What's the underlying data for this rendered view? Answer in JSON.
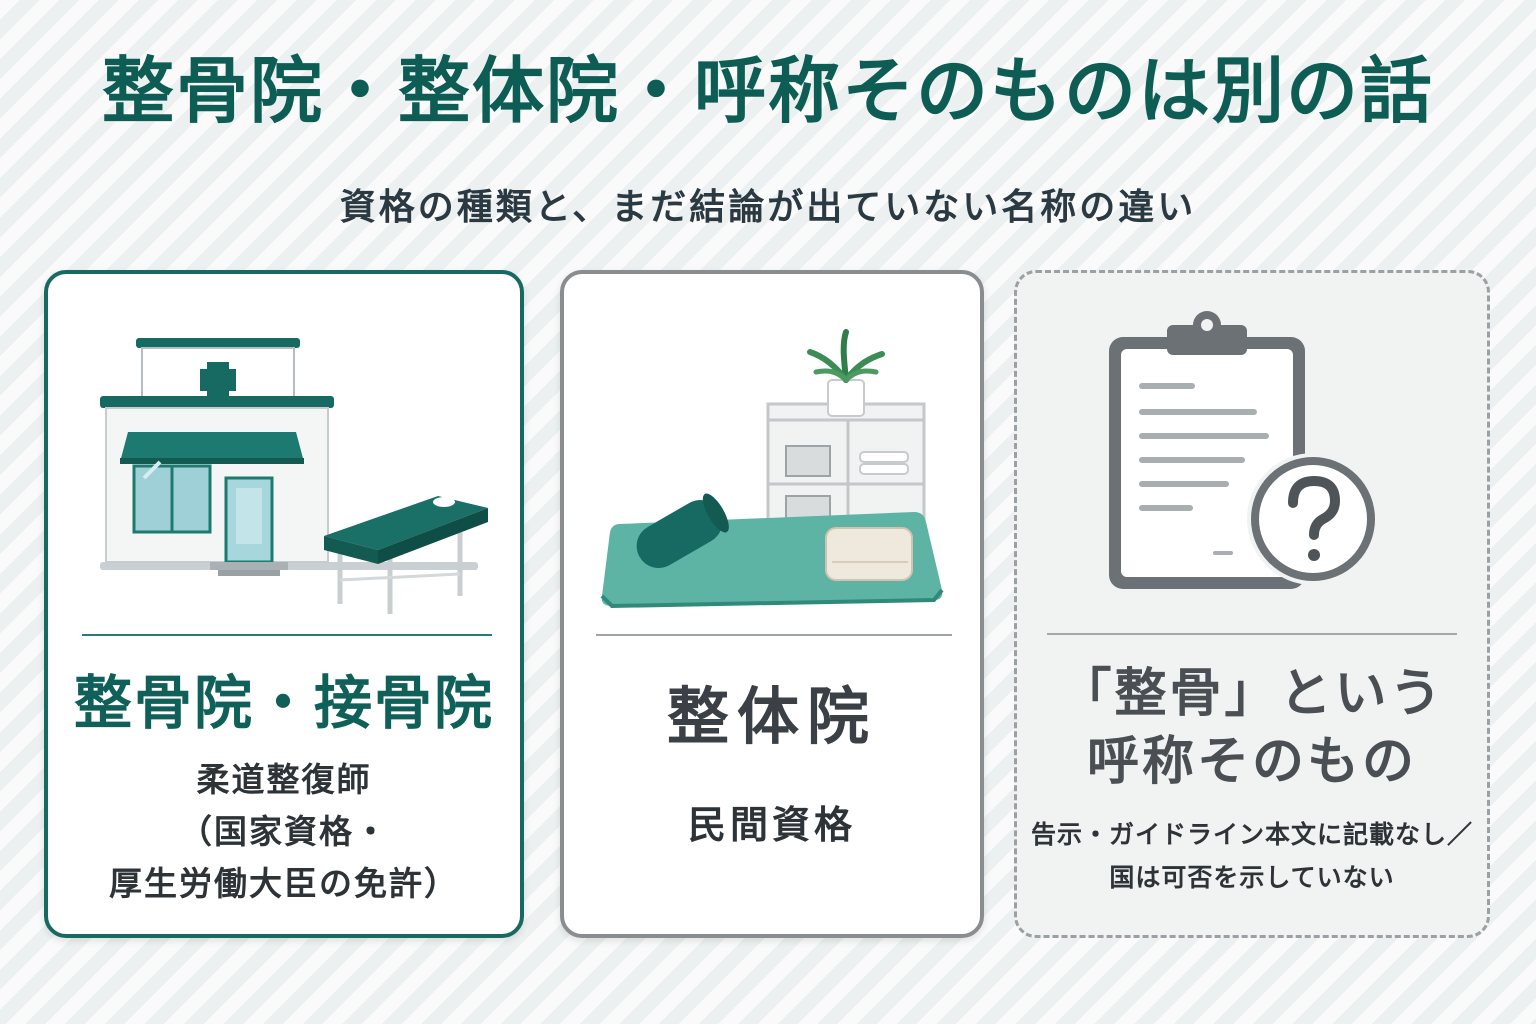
{
  "title": "整骨院・整体院・呼称そのものは別の話",
  "subtitle": "資格の種類と、まだ結論が出ていない名称の違い",
  "colors": {
    "accent_teal": "#0e5d55",
    "card_border_teal": "#176a62",
    "card_border_gray": "#8a8d8f",
    "text_dark": "#2e3338"
  },
  "cards": [
    {
      "illustration": "clinic-building-and-treatment-bed",
      "heading": "整骨院・接骨院",
      "lines": [
        "柔道整復師",
        "（国家資格・",
        "厚生労働大臣の免許）"
      ]
    },
    {
      "illustration": "mat-pillow-towel-shelf-plant",
      "heading": "整体院",
      "description": "民間資格"
    },
    {
      "illustration": "clipboard-with-question-mark",
      "heading_lines": [
        "「整骨」という",
        "呼称そのもの"
      ],
      "lines": [
        "告示・ガイドライン本文に記載なし／",
        "国は可否を示していない"
      ]
    }
  ]
}
